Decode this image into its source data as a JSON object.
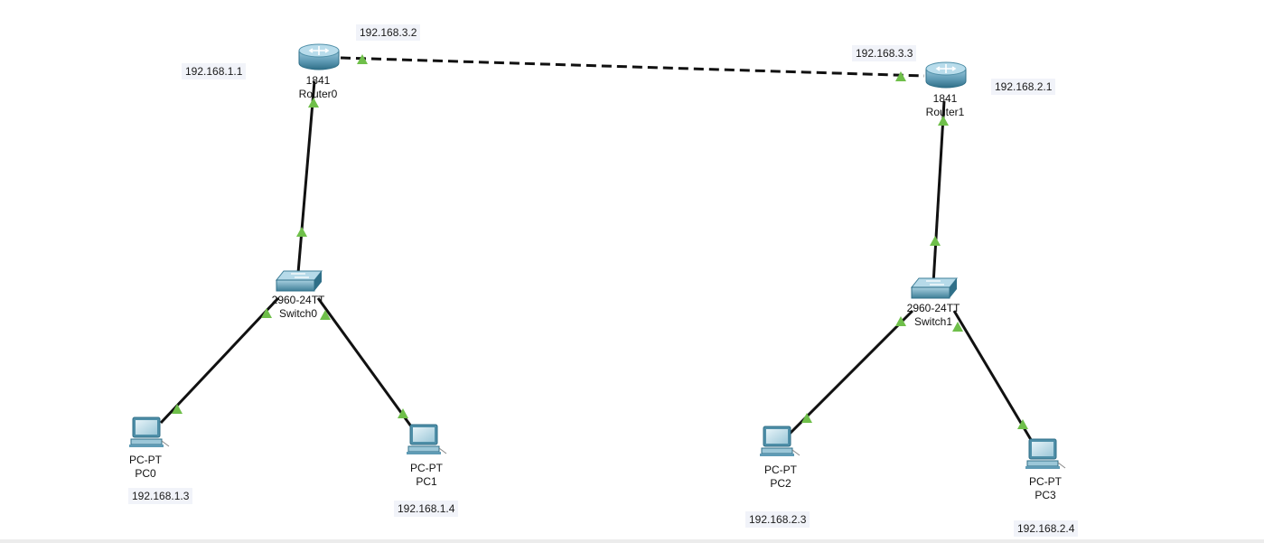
{
  "colors": {
    "link": "#111111",
    "link_up_marker": "#6fbf4a",
    "device_body": "#5f9bb5",
    "device_dark": "#2f6f88",
    "note_background": "#f1f3f9"
  },
  "devices": {
    "router0": {
      "model": "1841",
      "name": "Router0",
      "icon": "router-icon"
    },
    "router1": {
      "model": "1841",
      "name": "Router1",
      "icon": "router-icon"
    },
    "switch0": {
      "model": "2960-24TT",
      "name": "Switch0",
      "icon": "switch-icon"
    },
    "switch1": {
      "model": "2960-24TT",
      "name": "Switch1",
      "icon": "switch-icon"
    },
    "pc0": {
      "model": "PC-PT",
      "name": "PC0",
      "icon": "pc-icon"
    },
    "pc1": {
      "model": "PC-PT",
      "name": "PC1",
      "icon": "pc-icon"
    },
    "pc2": {
      "model": "PC-PT",
      "name": "PC2",
      "icon": "pc-icon"
    },
    "pc3": {
      "model": "PC-PT",
      "name": "PC3",
      "icon": "pc-icon"
    }
  },
  "links": [
    {
      "from": "router0",
      "to": "router1",
      "style": "dashed",
      "status": "up"
    },
    {
      "from": "router0",
      "to": "switch0",
      "style": "solid",
      "status": "up"
    },
    {
      "from": "switch0",
      "to": "pc0",
      "style": "solid",
      "status": "up"
    },
    {
      "from": "switch0",
      "to": "pc1",
      "style": "solid",
      "status": "up"
    },
    {
      "from": "router1",
      "to": "switch1",
      "style": "solid",
      "status": "up"
    },
    {
      "from": "switch1",
      "to": "pc2",
      "style": "solid",
      "status": "up"
    },
    {
      "from": "switch1",
      "to": "pc3",
      "style": "solid",
      "status": "up"
    }
  ],
  "notes": {
    "router0_serial": "192.168.3.2",
    "router0_lan": "192.168.1.1",
    "router1_serial": "192.168.3.3",
    "router1_lan": "192.168.2.1",
    "pc0_ip": "192.168.1.3",
    "pc1_ip": "192.168.1.4",
    "pc2_ip": "192.168.2.3",
    "pc3_ip": "192.168.2.4"
  }
}
